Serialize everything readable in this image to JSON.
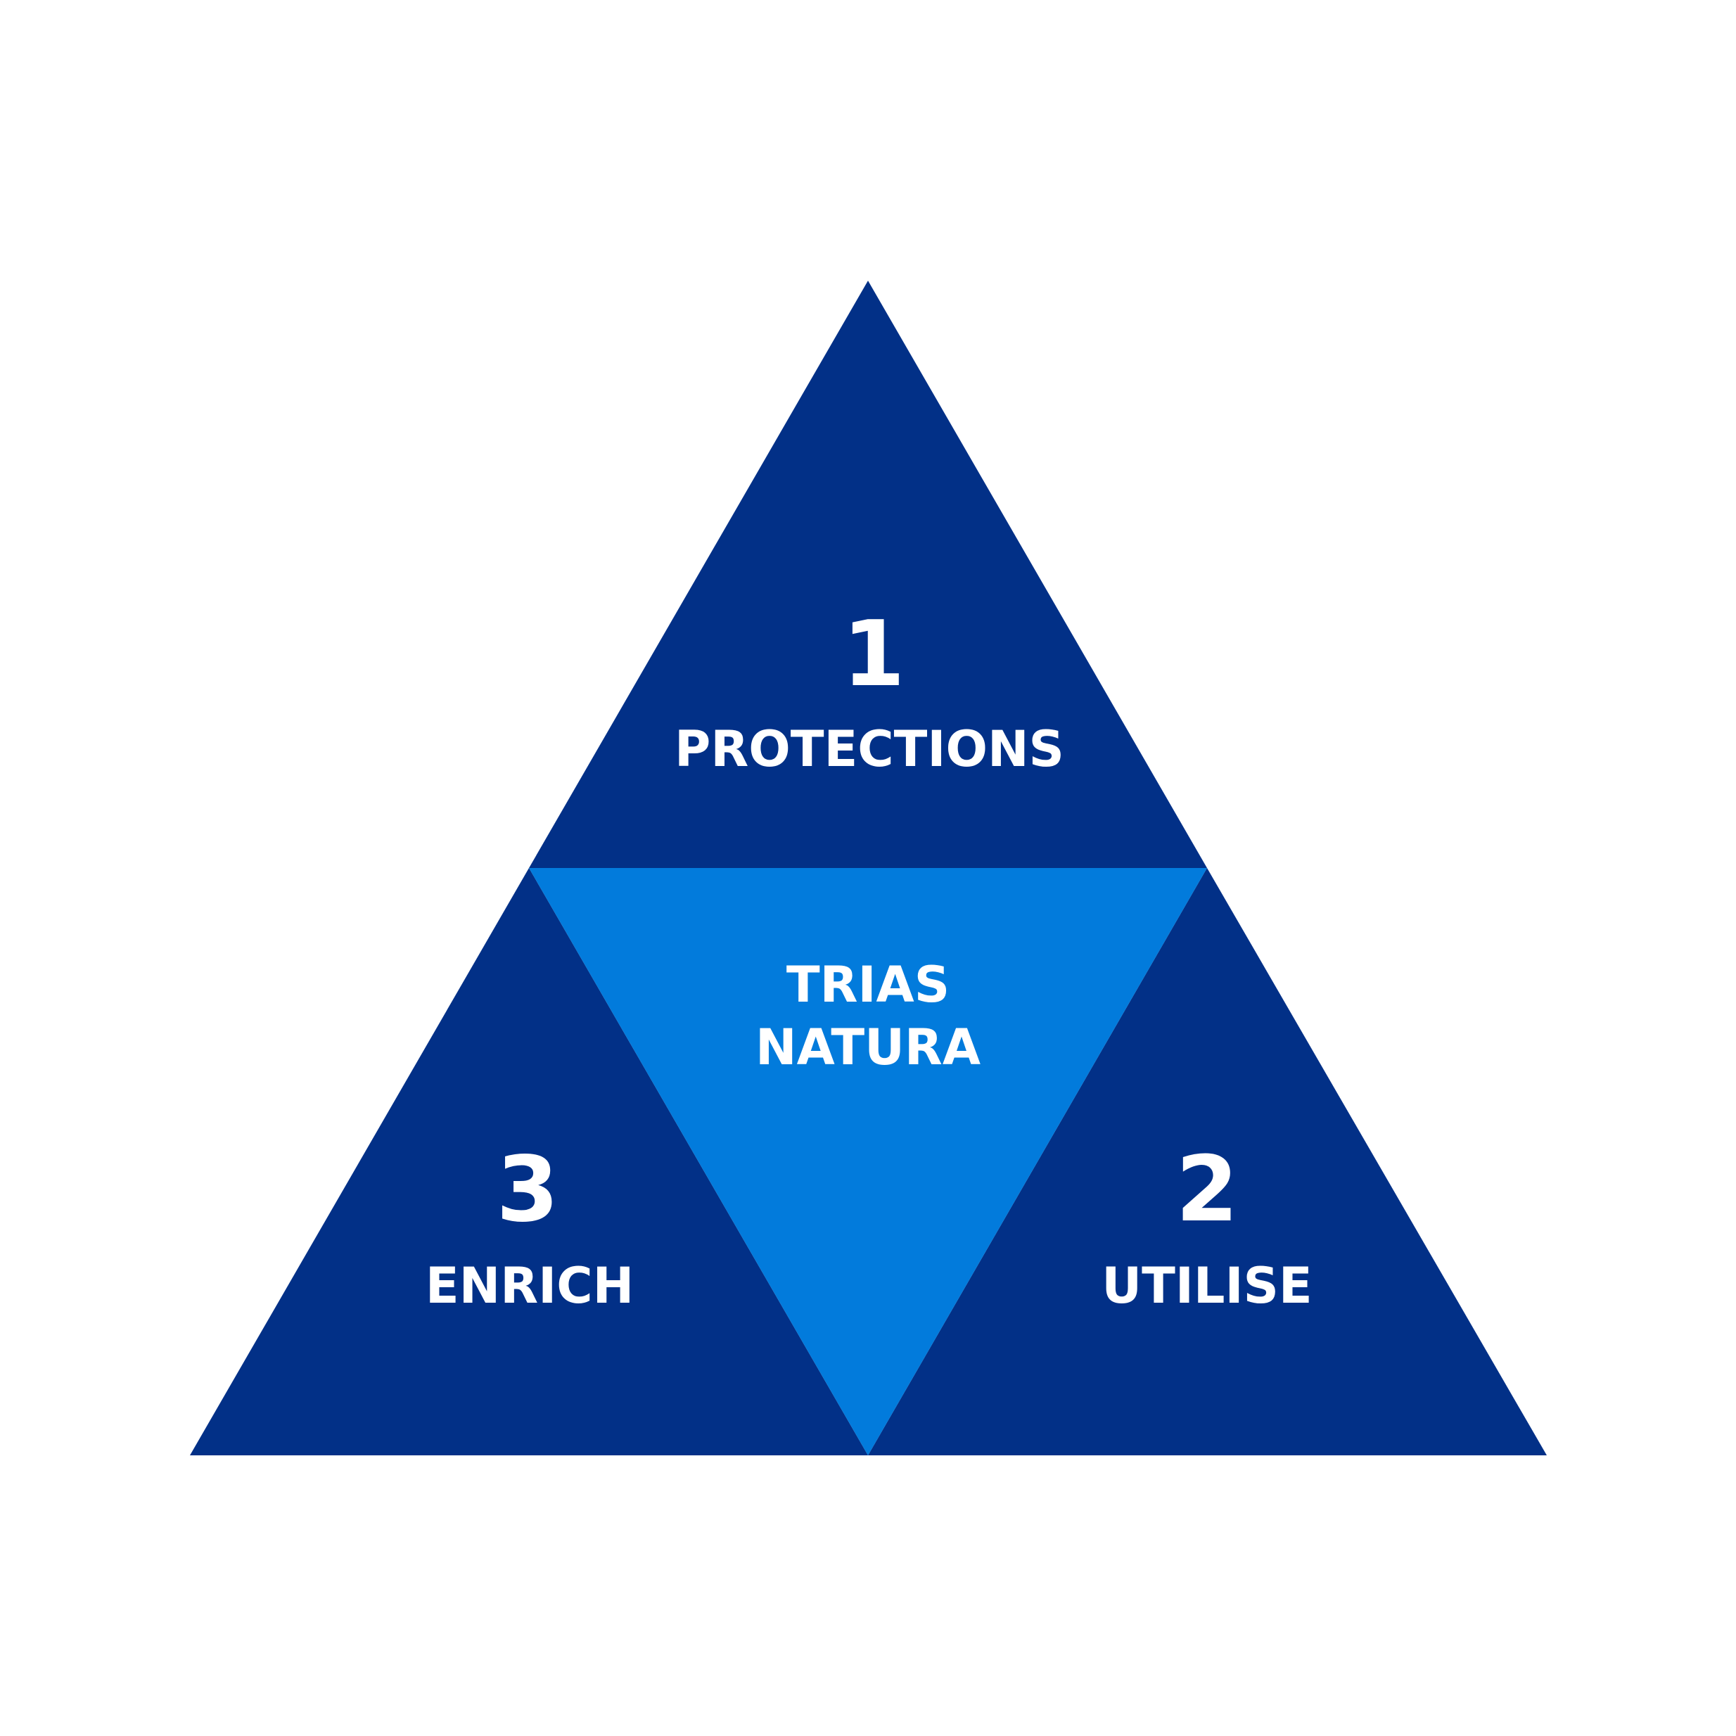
{
  "colors": {
    "background": "#ffffff",
    "outer_segment": "#023087",
    "center_segment": "#027bdc",
    "text": "#ffffff"
  },
  "segments": {
    "top": {
      "number": "1",
      "label": "PROTECTIONS"
    },
    "right": {
      "number": "2",
      "label": "UTILISE"
    },
    "left": {
      "number": "3",
      "label": "ENRICH"
    },
    "center": {
      "line1": "TRIAS",
      "line2": "NATURA"
    }
  }
}
